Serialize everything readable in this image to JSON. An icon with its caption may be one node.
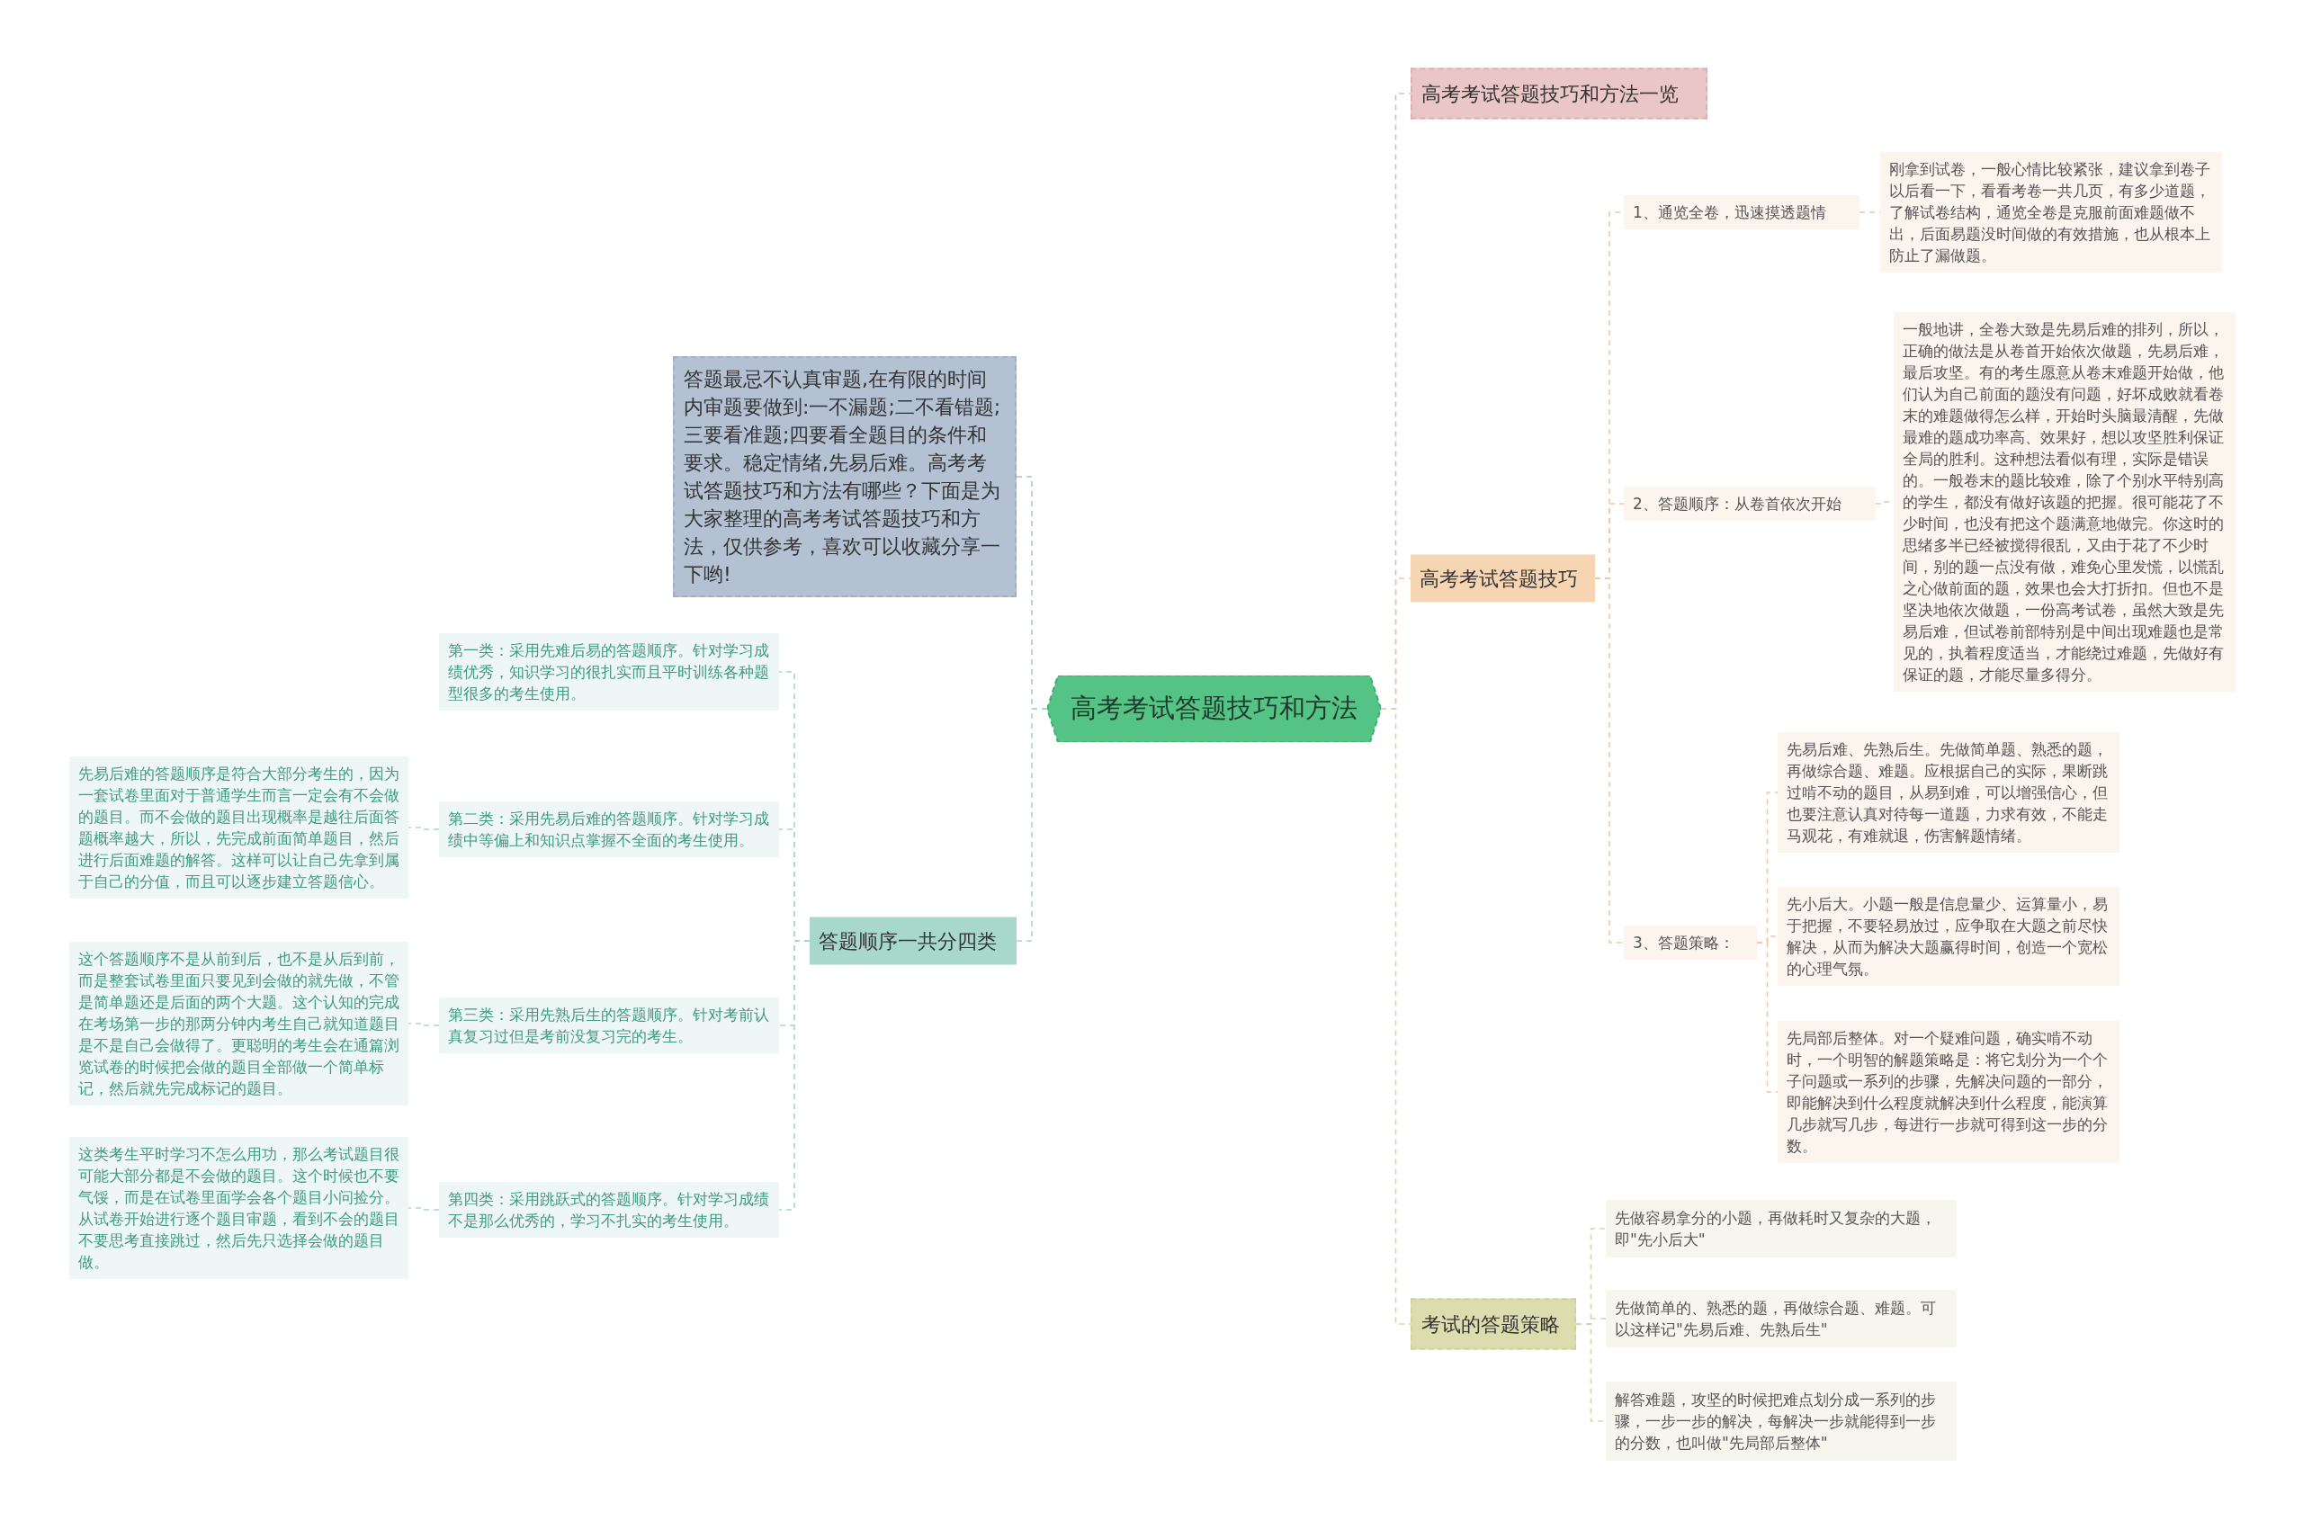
{
  "diagram": {
    "nodes": [
      {
        "text": [
          "高考考试答题技巧和方法"
        ]
      },
      {
        "text": [
          "答题最忌不认真审题,在有限的时间内审题要做到:一不漏题;二不看错题;三要看准题;四要看全题目的条件和要求。稳定情绪,先易后难。高考考试答题技巧和方法有哪些？下面是为大家整理的高考考试答题技巧和方法，仅供参考，喜欢可以收藏分享一下哟!"
        ]
      },
      {
        "text": [
          "答题顺序一共分四类"
        ]
      },
      {
        "text": [
          "第一类：采用先难后易的答题顺序。针对学习成绩优秀，知识学习的很扎实而且平时训练各种题型很多的考生使用。"
        ]
      },
      {
        "text": [
          "第二类：采用先易后难的答题顺序。针对学习成绩中等偏上和知识点掌握不全面的考生使用。"
        ]
      },
      {
        "text": [
          "先易后难的答题顺序是符合大部分考生的，因为一套试卷里面对于普通学生而言一定会有不会做的题目。而不会做的题目出现概率是越往后面答题概率越大，所以，先完成前面简单题目，然后进行后面难题的解答。这样可以让自己先拿到属于自己的分值，而且可以逐步建立答题信心。"
        ]
      },
      {
        "text": [
          "第三类：采用先熟后生的答题顺序。针对考前认真复习过但是考前没复习完的考生。"
        ]
      },
      {
        "text": [
          "这个答题顺序不是从前到后，也不是从后到前，而是整套试卷里面只要见到会做的就先做，不管是简单题还是后面的两个大题。这个认知的完成在考场第一步的那两分钟内考生自己就知道题目是不是自己会做得了。更聪明的考生会在通篇浏览试卷的时候把会做的题目全部做一个简单标记，然后就先完成标记的题目。"
        ]
      },
      {
        "text": [
          "第四类：采用跳跃式的答题顺序。针对学习成绩不是那么优秀的，学习不扎实的考生使用。"
        ]
      },
      {
        "text": [
          "这类考生平时学习不怎么用功，那么考试题目很可能大部分都是不会做的题目。这个时候也不要气馁，而是在试卷里面学会各个题目小问捡分。从试卷开始进行逐个题目审题，看到不会的题目不要思考直接跳过，然后先只选择会做的题目做。"
        ]
      },
      {
        "text": [
          "高考考试答题技巧和方法一览"
        ]
      },
      {
        "text": [
          "高考考试答题技巧"
        ]
      },
      {
        "text": [
          "1、通览全卷，迅速摸透题情"
        ]
      },
      {
        "text": [
          "刚拿到试卷，一般心情比较紧张，建议拿到卷子以后看一下，看看考卷一共几页，有多少道题，了解试卷结构，通览全卷是克服前面难题做不出，后面易题没时间做的有效措施，也从根本上防止了漏做题。"
        ]
      },
      {
        "text": [
          "2、答题顺序：从卷首依次开始"
        ]
      },
      {
        "text": [
          "一般地讲，全卷大致是先易后难的排列，所以，正确的做法是从卷首开始依次做题，先易后难，最后攻坚。有的考生愿意从卷末难题开始做，他们认为自己前面的题没有问题，好坏成败就看卷末的难题做得怎么样，开始时头脑最清醒，先做最难的题成功率高、效果好，想以攻坚胜利保证全局的胜利。这种想法看似有理，实际是错误的。一般卷末的题比较难，除了个别水平特别高的学生，都没有做好该题的把握。很可能花了不少时间，也没有把这个题满意地做完。你这时的思绪多半已经被搅得很乱，又由于花了不少时间，别的题一点没有做，难免心里发慌，以慌乱之心做前面的题，效果也会大打折扣。但也不是坚决地依次做题，一份高考试卷，虽然大致是先易后难，但试卷前部特别是中间出现难题也是常见的，执着程度适当，才能绕过难题，先做好有保证的题，才能尽量多得分。"
        ]
      },
      {
        "text": [
          "3、答题策略："
        ]
      },
      {
        "text": [
          "先易后难、先熟后生。先做简单题、熟悉的题，再做综合题、难题。应根据自己的实际，果断跳过啃不动的题目，从易到难，可以增强信心，但也要注意认真对待每一道题，力求有效，不能走马观花，有难就退，伤害解题情绪。"
        ]
      },
      {
        "text": [
          "先小后大。小题一般是信息量少、运算量小，易于把握，不要轻易放过，应争取在大题之前尽快解决，从而为解决大题赢得时间，创造一个宽松的心理气氛。"
        ]
      },
      {
        "text": [
          "先局部后整体。对一个疑难问题，确实啃不动时，一个明智的解题策略是：将它划分为一个个子问题或一系列的步骤，先解决问题的一部分，即能解决到什么程度就解决到什么程度，能演算几步就写几步，每进行一步就可得到这一步的分数。"
        ]
      },
      {
        "text": [
          "考试的答题策略"
        ]
      },
      {
        "text": [
          "先做容易拿分的小题，再做耗时又复杂的大题，即\"先小后大\""
        ]
      },
      {
        "text": [
          "先做简单的、熟悉的题，再做综合题、难题。可以这样记\"先易后难、先熟后生\""
        ]
      },
      {
        "text": [
          "解答难题，攻坚的时候把难点划分成一系列的步骤，一步一步的解决，每解决一步就能得到一步的分数，也叫做\"先局部后整体\""
        ]
      }
    ],
    "edges": [
      {
        "from": 0,
        "to": 1,
        "arrow": "none",
        "color": "#b3c1d3"
      },
      {
        "from": 0,
        "to": 2,
        "arrow": "none",
        "color": "#a8d8cb"
      },
      {
        "from": 2,
        "to": 3,
        "arrow": "none",
        "color": "#a8d8cb"
      },
      {
        "from": 2,
        "to": 4,
        "arrow": "none",
        "color": "#a8d8cb"
      },
      {
        "from": 4,
        "to": 5,
        "arrow": "none",
        "color": "#a8d8cb"
      },
      {
        "from": 2,
        "to": 6,
        "arrow": "none",
        "color": "#a8d8cb"
      },
      {
        "from": 6,
        "to": 7,
        "arrow": "none",
        "color": "#a8d8cb"
      },
      {
        "from": 2,
        "to": 8,
        "arrow": "none",
        "color": "#a8d8cb"
      },
      {
        "from": 8,
        "to": 9,
        "arrow": "none",
        "color": "#a8d8cb"
      },
      {
        "from": 0,
        "to": 10,
        "arrow": "none",
        "color": "#e5b8b8"
      },
      {
        "from": 0,
        "to": 11,
        "arrow": "none"
      },
      {
        "from": 11,
        "to": 12,
        "arrow": "none"
      },
      {
        "from": 12,
        "to": 13,
        "arrow": "none"
      },
      {
        "from": 11,
        "to": 14,
        "arrow": "none"
      },
      {
        "from": 14,
        "to": 15,
        "arrow": "none"
      },
      {
        "from": 11,
        "to": 16,
        "arrow": "none"
      },
      {
        "from": 16,
        "to": 17,
        "arrow": "none"
      },
      {
        "from": 16,
        "to": 18,
        "arrow": "none"
      },
      {
        "from": 16,
        "to": 19,
        "arrow": "none"
      },
      {
        "from": 0,
        "to": 20,
        "arrow": "none",
        "color": "#d6d8a8"
      },
      {
        "from": 20,
        "to": 21,
        "arrow": "none",
        "color": "#d6d8a8"
      },
      {
        "from": 20,
        "to": 22,
        "arrow": "none",
        "color": "#d6d8a8"
      },
      {
        "from": 20,
        "to": 23,
        "arrow": "none",
        "color": "#d6d8a8"
      }
    ]
  }
}
